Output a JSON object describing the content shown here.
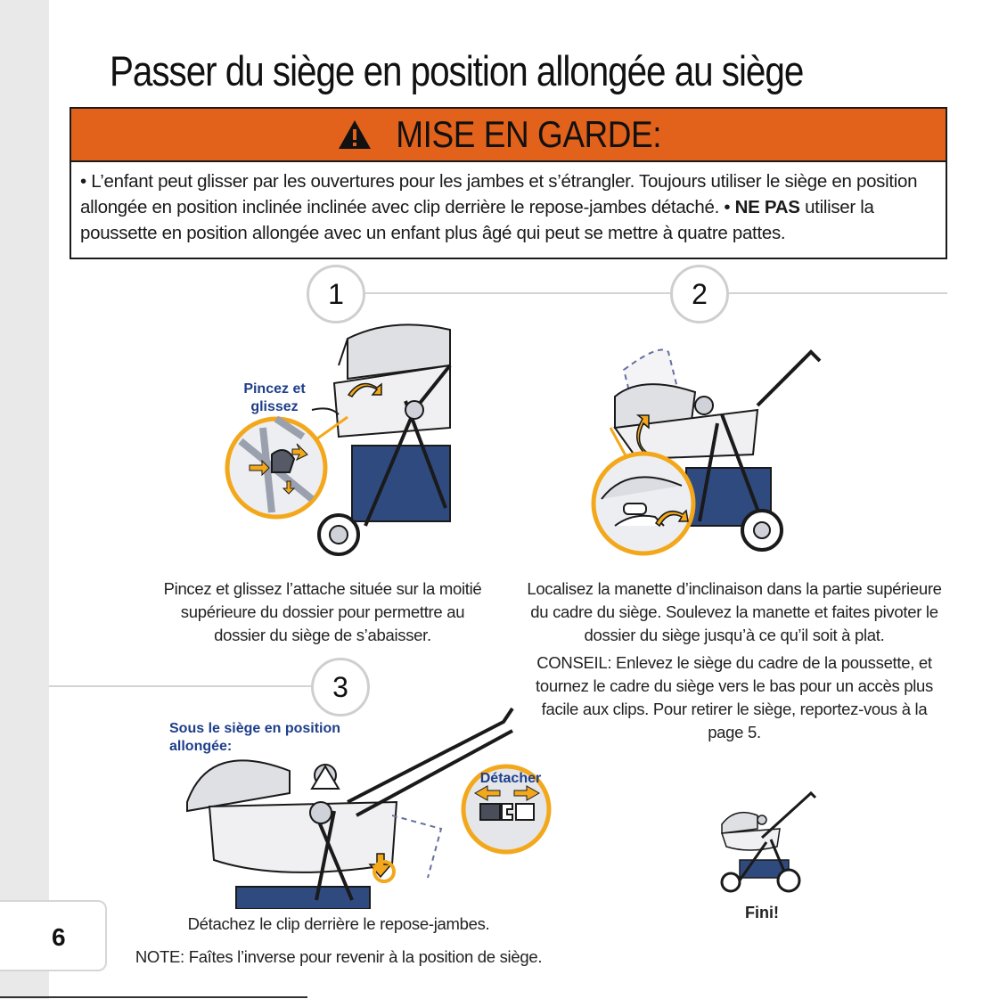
{
  "page": {
    "number": "6"
  },
  "title": "Passer du siège en position allongée au siège",
  "warning": {
    "title": "MISE EN GARDE:",
    "bullet1": "• L’enfant peut glisser par les ouvertures pour les jambes et s’étrangler. Toujours utiliser le siège en position allongée en position inclinée inclinée avec clip derrière le repose-jambes détaché. •",
    "emphasis": "NE PAS",
    "bullet2": " utiliser la poussette en position allongée avec un enfant plus âgé qui peut se mettre à quatre pattes.",
    "icon": "warning-triangle-icon"
  },
  "steps": [
    {
      "number": "1",
      "callout": "Pincez et glissez",
      "caption": "Pincez et glissez l’attache située sur la moitié supérieure du dossier pour permettre au dossier du siège de s’abaisser."
    },
    {
      "number": "2",
      "caption": "Localisez la manette d’inclinaison dans la partie supérieure du cadre du siège. Soulevez la manette et faites pivoter le dossier du siège jusqu’à ce qu’il soit à plat.",
      "tip": "CONSEIL: Enlevez le siège du cadre de la poussette, et tournez le cadre du siège vers le bas pour un accès plus facile aux clips. Pour retirer le siège, reportez-vous à la page 5."
    },
    {
      "number": "3",
      "subtitle": "Sous le siège en position allongée:",
      "callout": "Détacher",
      "caption": "Détachez le clip derrière le repose-jambes.",
      "note": "NOTE: Faîtes l’inverse pour revenir à la position de siège."
    }
  ],
  "finish": {
    "label": "Fini!"
  },
  "colors": {
    "warning": "#e3621b",
    "accent": "#f3a81c",
    "label_blue": "#1e3f8a",
    "stroke": "#1a1a1a"
  }
}
